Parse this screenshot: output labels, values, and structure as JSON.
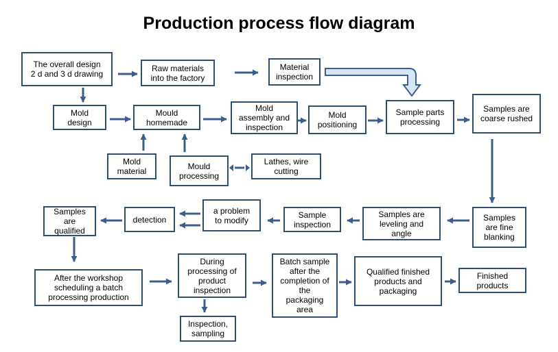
{
  "title": "Production process flow diagram",
  "nodes": {
    "overall_design": "The overall design\n2 d and 3 d drawing",
    "raw_materials": "Raw materials\ninto the factory",
    "material_inspection": "Material\ninspection",
    "mold_design": "Mold\ndesign",
    "mould_homemade": "Mould\nhomemade",
    "mold_assembly": "Mold\nassembly and\ninspection",
    "mold_positioning": "Mold\npositioning",
    "sample_parts_processing": "Sample parts\nprocessing",
    "samples_coarse_rushed": "Samples are\ncoarse rushed",
    "mold_material": "Mold\nmaterial",
    "mould_processing": "Mould\nprocessing",
    "lathes_wire_cutting": "Lathes, wire\ncutting",
    "samples_qualified": "Samples\nare\nqualified",
    "detection": "detection",
    "problem_to_modify": "a problem\nto modify",
    "sample_inspection": "Sample\ninspection",
    "samples_leveling": "Samples are\nleveling and\nangle",
    "samples_fine_blanking": "Samples\nare fine\nblanking",
    "workshop_scheduling": "After the workshop\nscheduling a batch\nprocessing production",
    "during_processing": "During\nprocessing of\nproduct\ninspection",
    "batch_sample": "Batch sample\nafter the\ncompletion of\nthe\npackaging\narea",
    "qualified_finished": "Qualified finished\nproducts and\npackaging",
    "finished_products": "Finished\nproducts",
    "inspection_sampling": "Inspection,\nsampling"
  },
  "colors": {
    "arrow": "#3b5e8c",
    "box_border": "#2f4f6f",
    "bent_arrow_fill": "#d6e6f2"
  }
}
